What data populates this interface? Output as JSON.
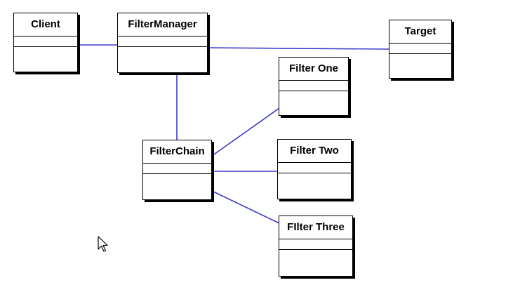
{
  "diagram": {
    "classes": {
      "client": "Client",
      "filter_manager": "FilterManager",
      "target": "Target",
      "filter_chain": "FilterChain",
      "filter_one": "Filter One",
      "filter_two": "Filter Two",
      "filter_three": "FIlter Three"
    },
    "colors": {
      "connector": "#3a3acd",
      "box_border": "#000000",
      "background": "#ffffff"
    },
    "cursor_icon": "mouse-pointer-icon"
  }
}
